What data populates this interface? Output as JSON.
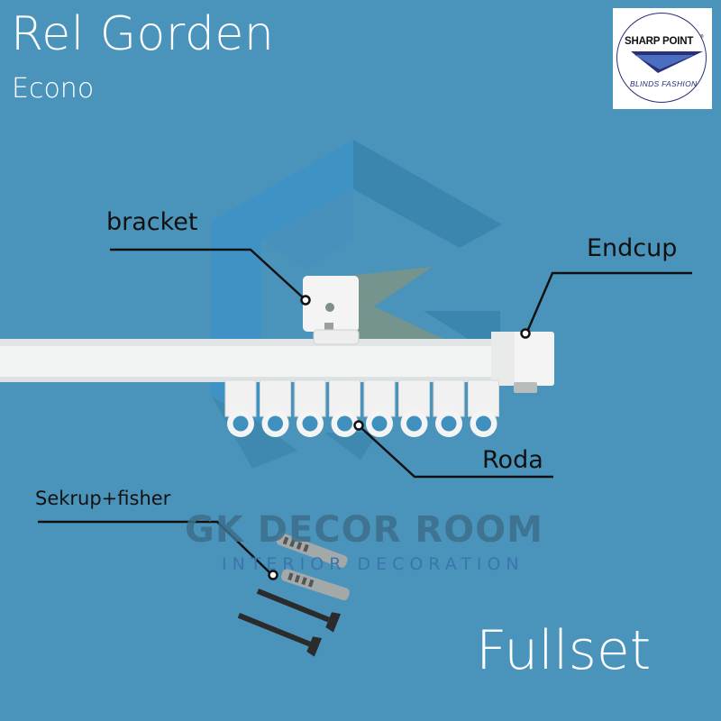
{
  "header": {
    "title": "Rel Gorden",
    "subtitle": "Econo"
  },
  "logo": {
    "brand": "SHARP POINT",
    "registered_mark": "®",
    "tagline": "BLINDS FASHION"
  },
  "callouts": {
    "bracket": "bracket",
    "endcup": "Endcup",
    "roda": "Roda",
    "screws": "Sekrup+fisher"
  },
  "watermark": {
    "name": "GK DECOR ROOM",
    "tagline": "INTERIOR DECORATION"
  },
  "footer": {
    "badge": "Fullset"
  },
  "colors": {
    "background": "#4a94bb",
    "text_light": "#ffffff",
    "text_dark": "#111111",
    "logo_blue": "#2a2f7a"
  },
  "product": {
    "roller_count": 8
  }
}
